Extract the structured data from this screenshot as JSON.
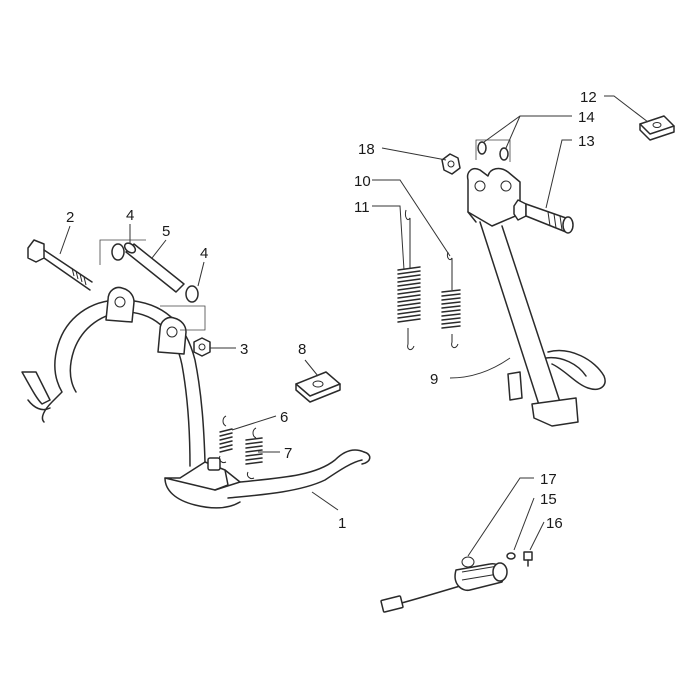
{
  "callouts": [
    {
      "id": "1",
      "label": "1"
    },
    {
      "id": "2",
      "label": "2"
    },
    {
      "id": "3",
      "label": "3"
    },
    {
      "id": "4a",
      "label": "4"
    },
    {
      "id": "4b",
      "label": "4"
    },
    {
      "id": "5",
      "label": "5"
    },
    {
      "id": "6",
      "label": "6"
    },
    {
      "id": "7",
      "label": "7"
    },
    {
      "id": "8",
      "label": "8"
    },
    {
      "id": "9",
      "label": "9"
    },
    {
      "id": "10",
      "label": "10"
    },
    {
      "id": "11",
      "label": "11"
    },
    {
      "id": "12",
      "label": "12"
    },
    {
      "id": "13",
      "label": "13"
    },
    {
      "id": "14",
      "label": "14"
    },
    {
      "id": "15",
      "label": "15"
    },
    {
      "id": "16",
      "label": "16"
    },
    {
      "id": "17",
      "label": "17"
    },
    {
      "id": "18",
      "label": "18"
    }
  ]
}
